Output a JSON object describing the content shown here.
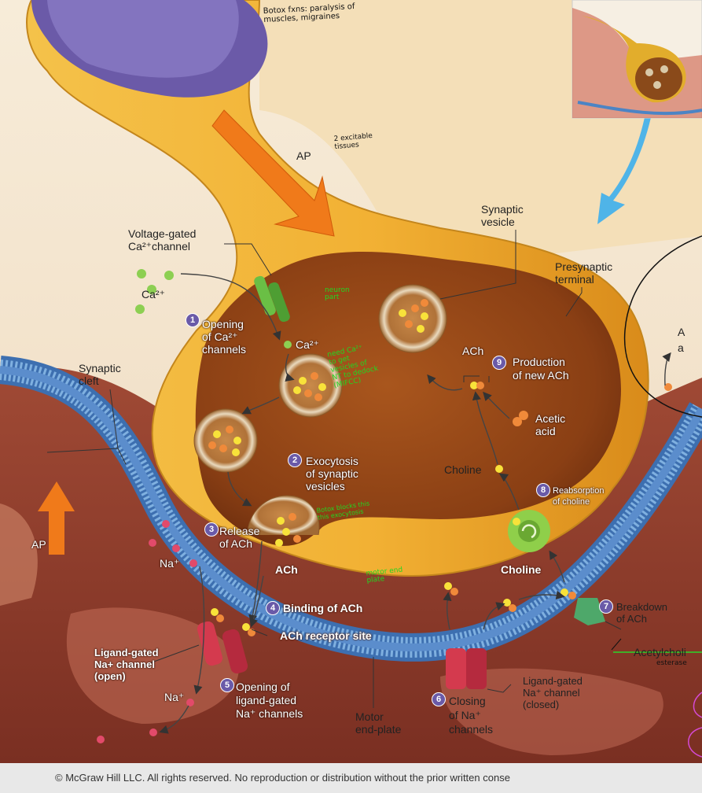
{
  "labels": {
    "ap_top": "AP",
    "ap_left": "AP",
    "synaptic_vesicle": "Synaptic\nvesicle",
    "voltage_gated": "Voltage-gated\nCa²⁺channel",
    "ca_left": "Ca²⁺",
    "ca_inside": "Ca²⁺",
    "presynaptic_terminal": "Presynaptic\nterminal",
    "synaptic_cleft": "Synaptic\ncleft",
    "ach_top": "ACh",
    "acetic_acid": "Acetic\nacid",
    "choline_inner": "Choline",
    "choline_bottom": "Choline",
    "ach_release": "ACh",
    "ach_receptor_site": "ACh receptor site",
    "na_1": "Na⁺",
    "na_2": "Na⁺",
    "ligand_open": "Ligand-gated\nNa+ channel\n(open)",
    "ligand_closed": "Ligand-gated\nNa⁺ channel\n(closed)",
    "motor_end_plate": "Motor\nend-plate",
    "acetylcholinesterase": "Acetylcholi",
    "right_edge_1": "A",
    "right_edge_2": "a"
  },
  "steps": [
    {
      "num": "1",
      "text": "Opening\nof Ca²⁺\nchannels"
    },
    {
      "num": "2",
      "text": "Exocytosis\nof synaptic\nvesicles"
    },
    {
      "num": "3",
      "text": "Release\nof ACh"
    },
    {
      "num": "4",
      "text": "Binding of ACh"
    },
    {
      "num": "5",
      "text": "Opening of\nligand-gated\nNa⁺ channels"
    },
    {
      "num": "6",
      "text": "Closing\nof Na⁺\nchannels"
    },
    {
      "num": "7",
      "text": "Breakdown\nof ACh"
    },
    {
      "num": "8",
      "text": "Reabsorption\nof choline"
    },
    {
      "num": "9",
      "text": "Production\nof new ACh"
    }
  ],
  "annotations": {
    "botox": "Botox fxns: paralysis of\nmuscles, migraines",
    "excitable": "2 excitable\ntissues",
    "neuron_part": "neuron\npart",
    "need_ca": "need Ca²⁺\nto get\nvesicles of\nNT to dedock\n(MIFCC)",
    "botox_blocks": "Botox blocks this\nthis exocytosis",
    "motor_end_plate": "motor end\nplate",
    "esterase": "esterase"
  },
  "copyright": "© McGraw Hill LLC. All rights reserved. No reproduction or distribution without the prior written conse"
}
